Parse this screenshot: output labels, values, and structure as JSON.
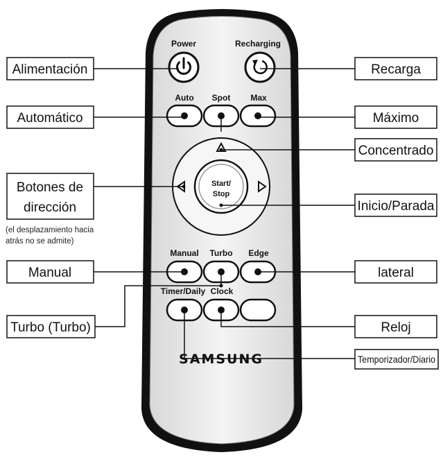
{
  "remote": {
    "brand": "SAMSUNG",
    "buttons": {
      "power": "Power",
      "recharging": "Recharging",
      "auto": "Auto",
      "spot": "Spot",
      "max": "Max",
      "start_line1": "Start/",
      "start_line2": "Stop",
      "manual": "Manual",
      "turbo": "Turbo",
      "edge": "Edge",
      "timer": "Timer/Daily",
      "clock": "Clock"
    }
  },
  "callouts": {
    "alimentacion": "Alimentación",
    "automatico": "Automático",
    "botones_line1": "Botones de",
    "botones_line2": "dirección",
    "note_line1": "(el desplazamiento hacia",
    "note_line2": "atrás no se admite)",
    "manual": "Manual",
    "turbo": "Turbo (Turbo)",
    "recarga": "Recarga",
    "maximo": "Máximo",
    "concentrado": "Concentrado",
    "inicio": "Inicio/Parada",
    "lateral": "lateral",
    "reloj": "Reloj",
    "temporizador": "Temporizador/Diario"
  },
  "colors": {
    "body_fill": "#ececec",
    "outline": "#111111",
    "button_fill": "#ffffff"
  }
}
